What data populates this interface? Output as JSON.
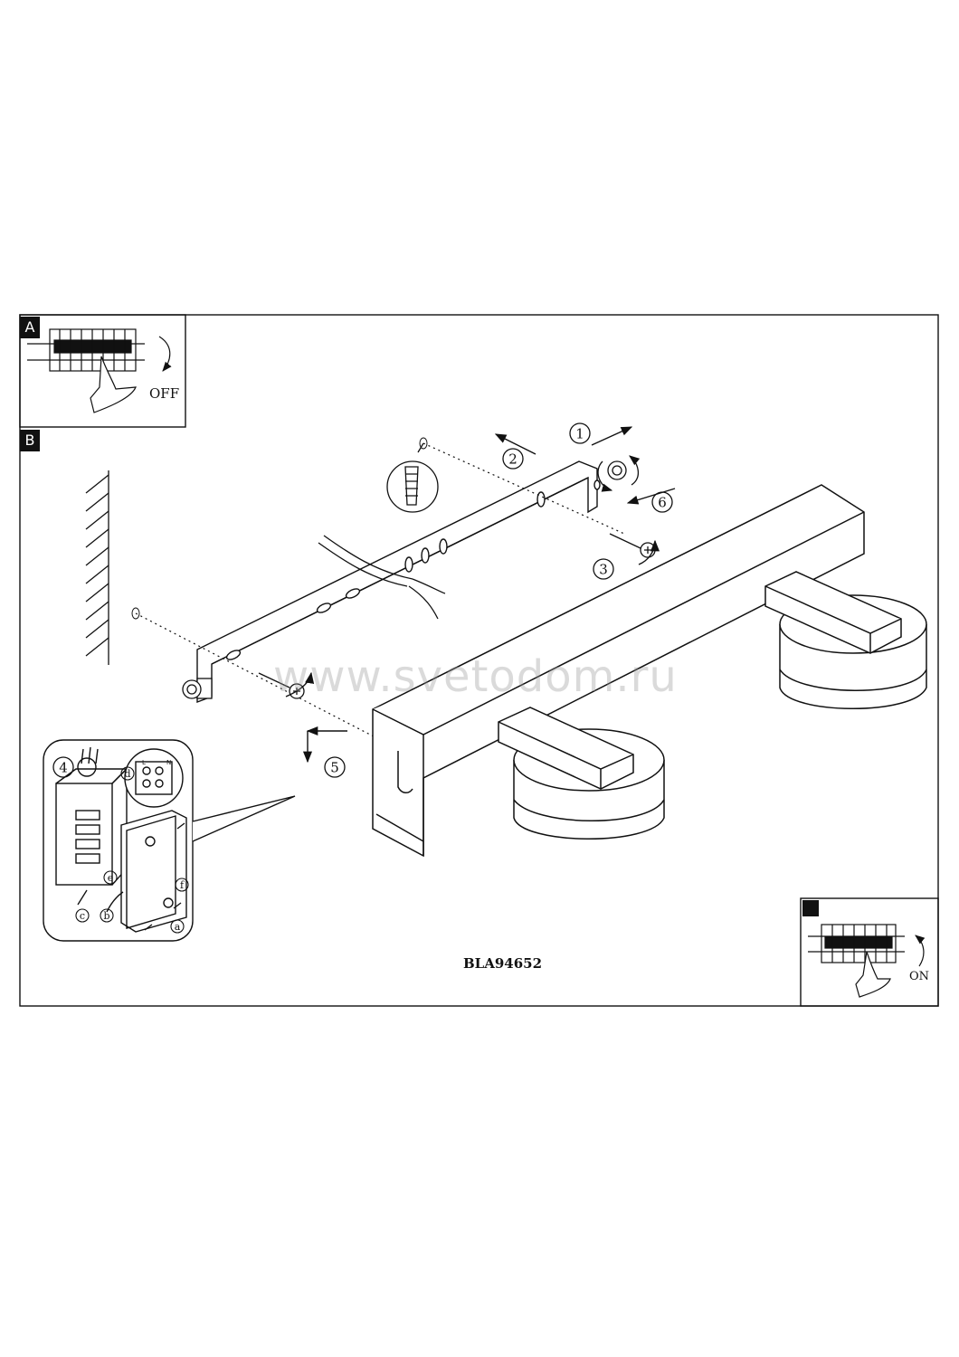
{
  "panels": {
    "a": {
      "letter": "A",
      "action": "OFF"
    },
    "b": {
      "letter": "B"
    },
    "c": {
      "letter": "",
      "action": "ON"
    }
  },
  "steps": [
    "1",
    "2",
    "3",
    "4",
    "5",
    "6"
  ],
  "detail_refs": [
    "a",
    "b",
    "c",
    "d",
    "e",
    "f"
  ],
  "terminal_labels": [
    "L",
    "N"
  ],
  "model_code": "BLA94652",
  "watermark": "www.svetodom.ru",
  "colors": {
    "line": "#111111",
    "background": "#ffffff",
    "watermark": "#969696"
  }
}
